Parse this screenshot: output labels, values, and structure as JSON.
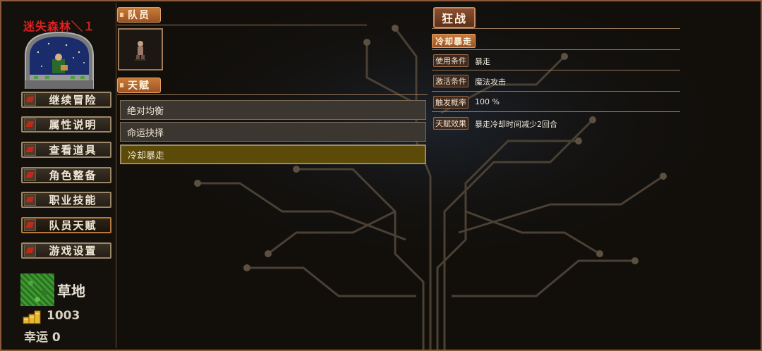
{
  "sidebar": {
    "area_title": "迷失森林＼１",
    "menu": [
      {
        "label": "继续冒险",
        "icon": "map-scroll-icon"
      },
      {
        "label": "属性说明",
        "icon": "map-scroll-icon"
      },
      {
        "label": "查看道具",
        "icon": "map-scroll-icon"
      },
      {
        "label": "角色整备",
        "icon": "map-scroll-icon"
      },
      {
        "label": "职业技能",
        "icon": "map-scroll-icon"
      },
      {
        "label": "队员天赋",
        "icon": "map-scroll-icon"
      },
      {
        "label": "游戏设置",
        "icon": "map-scroll-icon"
      }
    ],
    "active_menu_index": 5,
    "terrain": "草地",
    "gold": "1003",
    "luck": "幸运 0"
  },
  "party": {
    "header": "队员"
  },
  "talents": {
    "header": "天赋",
    "items": [
      "绝对均衡",
      "命运抉择",
      "冷却暴走"
    ],
    "selected_index": 2
  },
  "detail": {
    "class_name": "狂战",
    "talent_name": "冷却暴走",
    "rows": [
      {
        "label": "使用条件",
        "value": "暴走"
      },
      {
        "label": "激活条件",
        "value": "魔法攻击"
      },
      {
        "label": "触发概率",
        "value": "100 %"
      },
      {
        "label": "天赋效果",
        "value": "暴走冷却时间减少2回合"
      }
    ]
  },
  "colors": {
    "accent_orange": "#c87a3a",
    "title_red": "#e02020",
    "selected_row": "#5c4a08",
    "frame": "#8c5a3a"
  }
}
